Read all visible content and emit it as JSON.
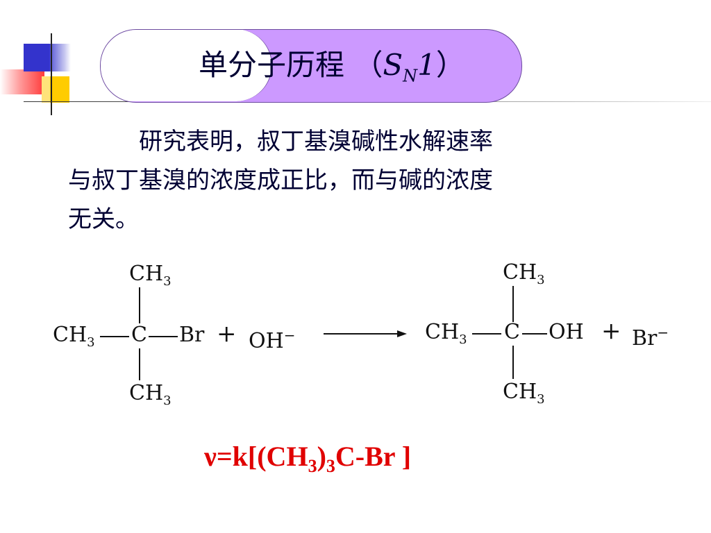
{
  "title": {
    "main": "单分子历程",
    "open_paren": "（",
    "s": "S",
    "n": "N",
    "one": "1",
    "close_paren": "）"
  },
  "paragraph": {
    "line1": "研究表明，叔丁基溴碱性水解速率",
    "line2": "与叔丁基溴的浓度成正比，而与碱的浓度",
    "line3": "无关。"
  },
  "reaction": {
    "reactant": {
      "top": "CH",
      "top_sub": "3",
      "left": "CH",
      "left_sub": "3",
      "center": "C",
      "right": "Br",
      "bottom": "CH",
      "bottom_sub": "3"
    },
    "plus1": "+",
    "reagent": "OH",
    "reagent_charge": "−",
    "product": {
      "top": "CH",
      "top_sub": "3",
      "left": "CH",
      "left_sub": "3",
      "center": "C",
      "right": "OH",
      "bottom": "CH",
      "bottom_sub": "3"
    },
    "plus2": "+",
    "byproduct": "Br",
    "byproduct_charge": "−"
  },
  "rate_equation": {
    "nu": "ν",
    "eq": "=k[(CH",
    "sub1": "3",
    "mid": ")",
    "sub2": "3",
    "tail": "C-Br ]"
  },
  "colors": {
    "pill": "#cc99ff",
    "title_text": "#000033",
    "rate_text": "#e00000",
    "accent_blue": "#3333cc",
    "accent_yellow": "#ffcc00",
    "accent_red": "#ff3b3b"
  }
}
